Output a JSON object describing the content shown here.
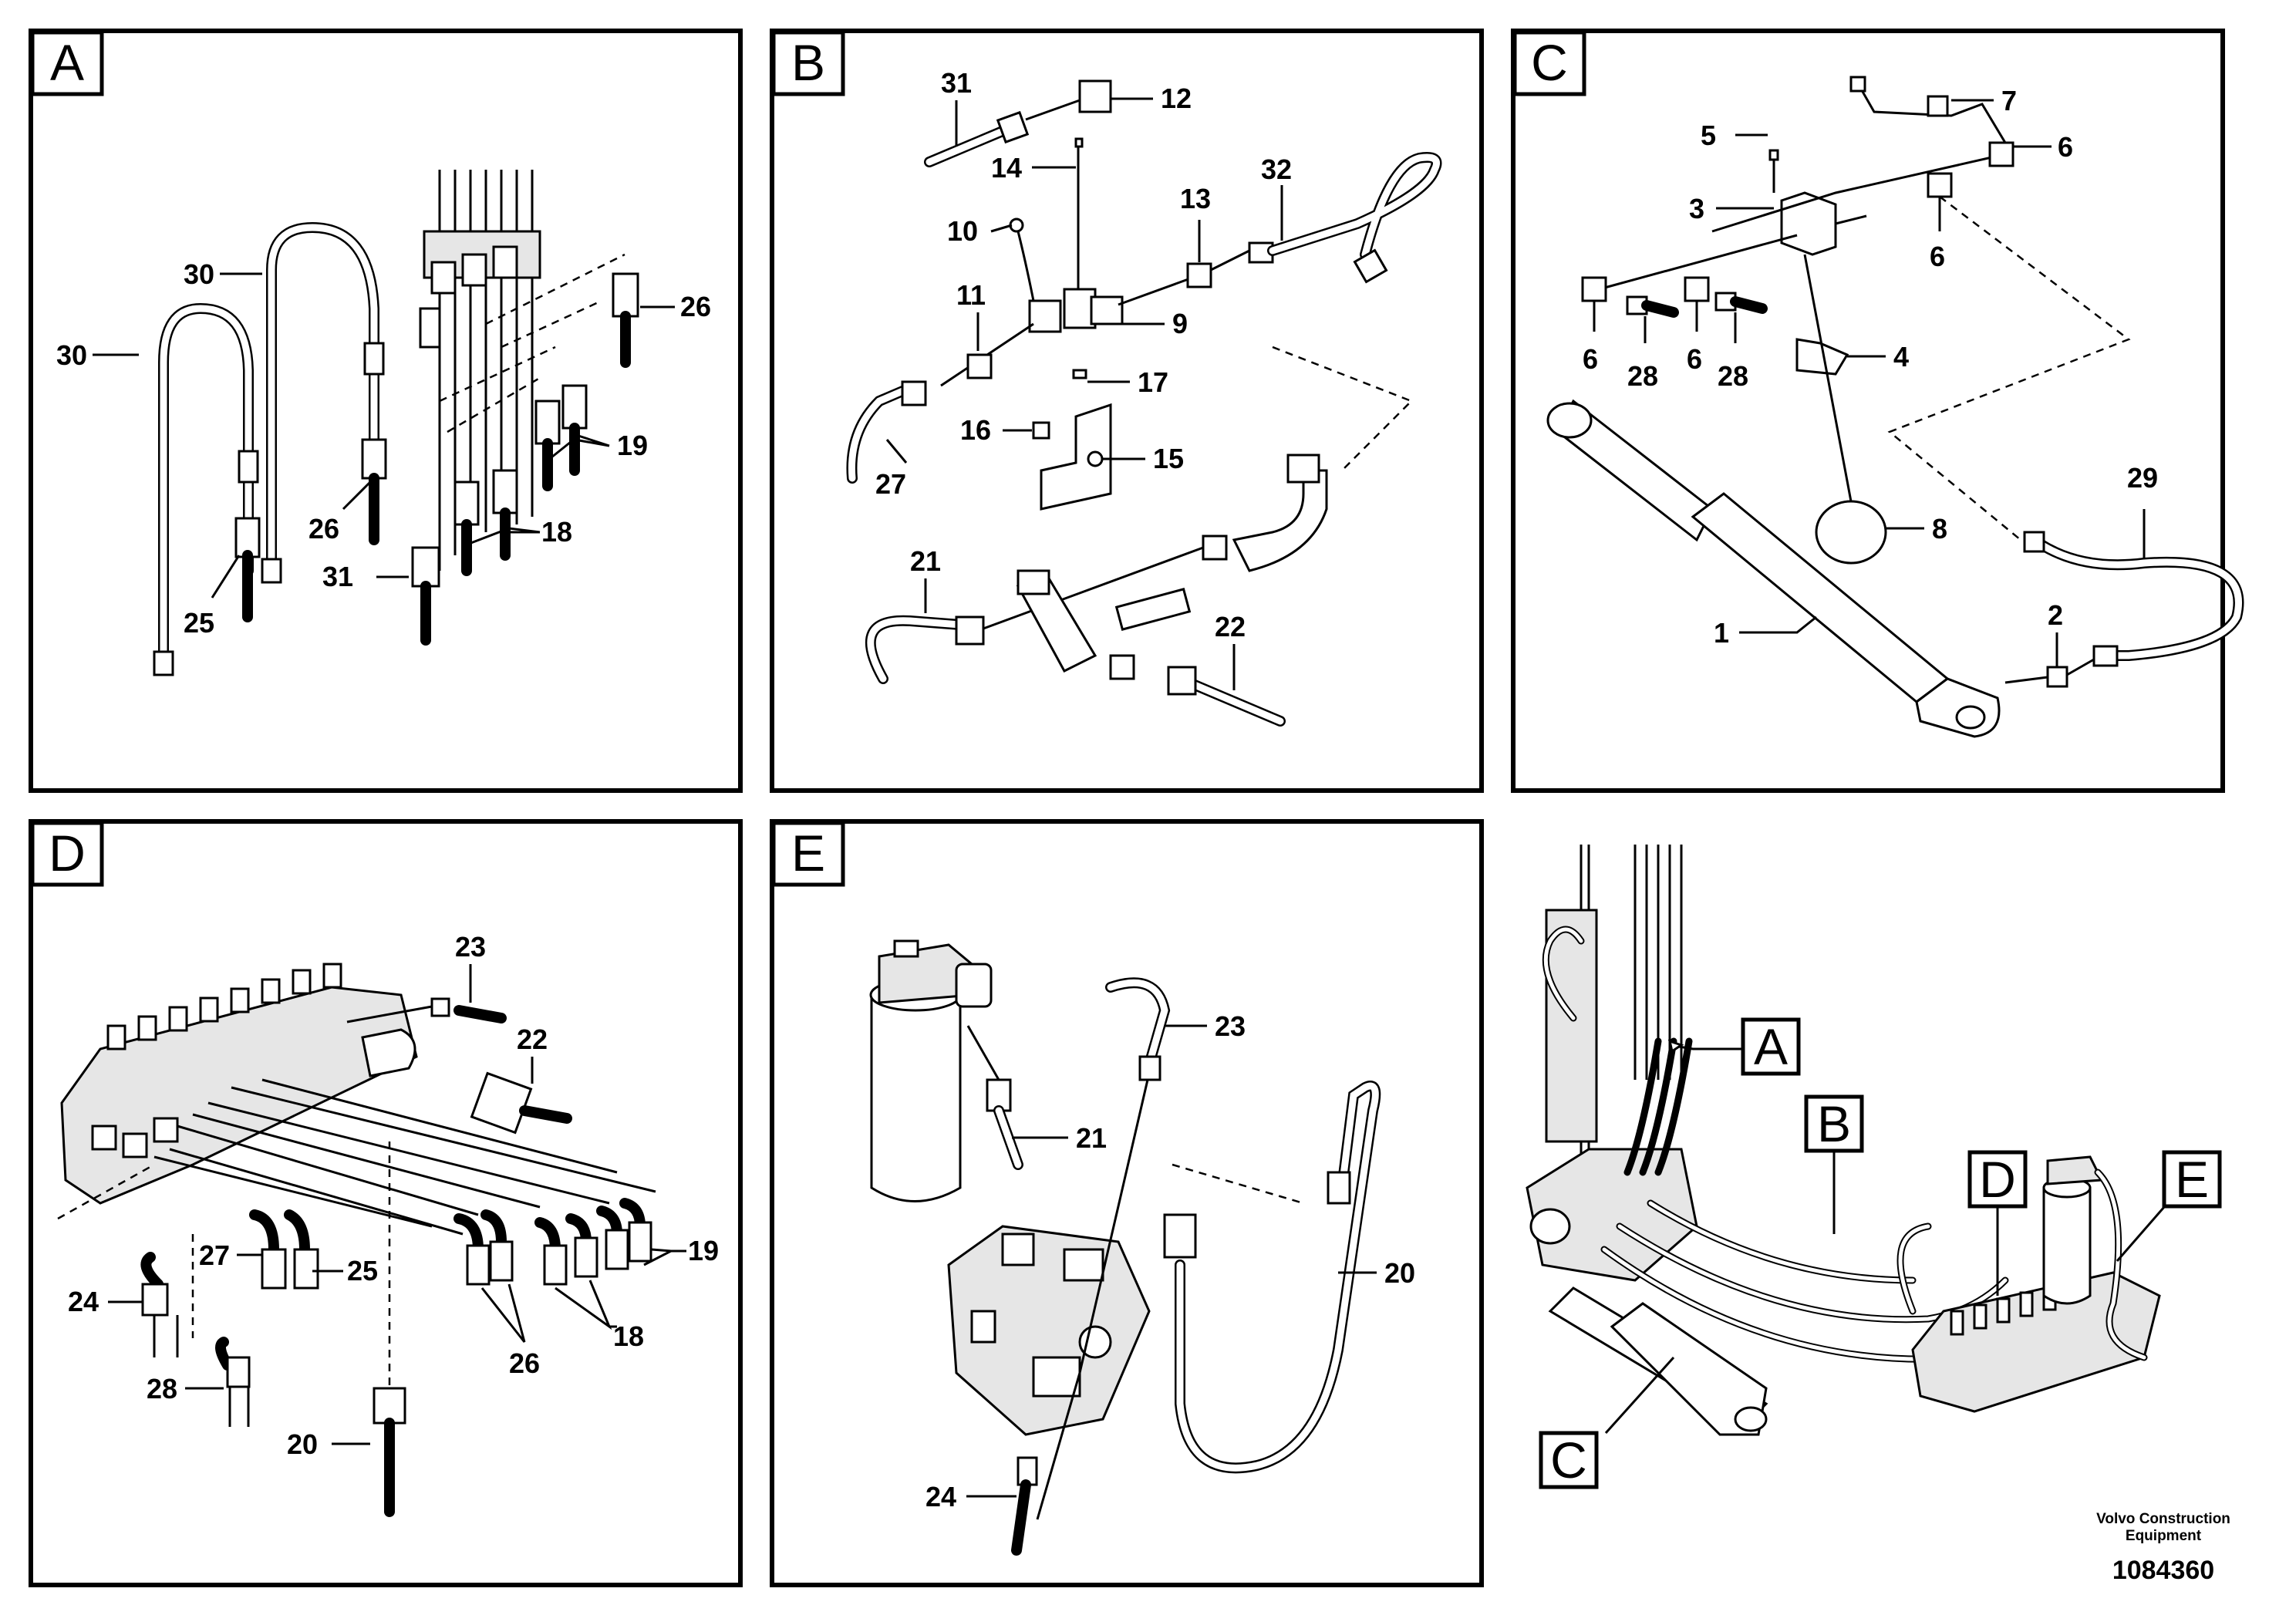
{
  "panels": {
    "A": {
      "tag": "A",
      "callouts": [
        "30",
        "30",
        "26",
        "26",
        "25",
        "19",
        "18",
        "31"
      ]
    },
    "B": {
      "tag": "B",
      "callouts": [
        "31",
        "12",
        "14",
        "10",
        "13",
        "32",
        "11",
        "9",
        "17",
        "16",
        "15",
        "27",
        "21",
        "22"
      ]
    },
    "C": {
      "tag": "C",
      "callouts": [
        "5",
        "7",
        "6",
        "3",
        "6",
        "6",
        "28",
        "6",
        "28",
        "4",
        "8",
        "29",
        "2",
        "1"
      ]
    },
    "D": {
      "tag": "D",
      "callouts": [
        "23",
        "22",
        "27",
        "25",
        "24",
        "26",
        "18",
        "19",
        "28",
        "20"
      ]
    },
    "E": {
      "tag": "E",
      "callouts": [
        "23",
        "21",
        "20",
        "24"
      ]
    }
  },
  "overview": {
    "tags": [
      "A",
      "B",
      "C",
      "D",
      "E"
    ]
  },
  "footer": {
    "brand_line1": "Volvo Construction",
    "brand_line2": "Equipment",
    "doc_number": "1084360"
  }
}
